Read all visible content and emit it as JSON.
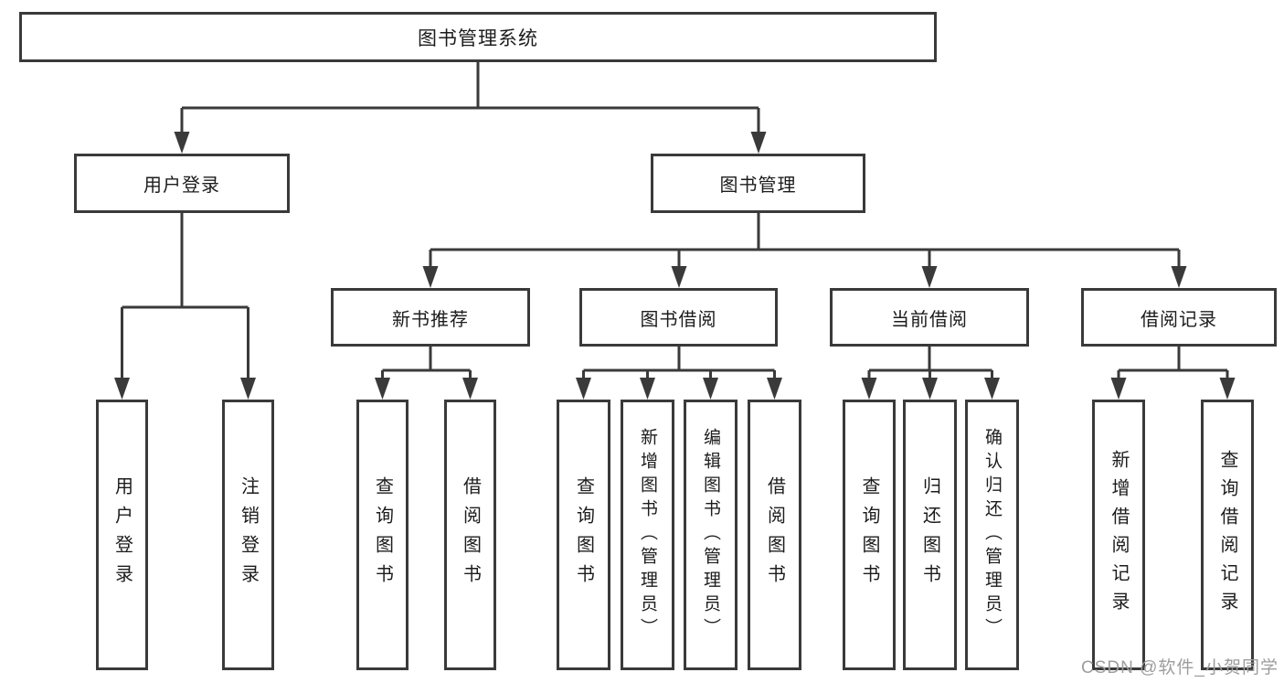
{
  "colors": {
    "line": "#3a3a3a",
    "box_border": "#3a3a3a",
    "box_background": "#ffffff",
    "text": "#1c1c1c",
    "watermark": "#9d9d9d"
  },
  "nodes": {
    "root": "图书管理系统",
    "user_login": "用户登录",
    "book_management": "图书管理",
    "new_book_recommend": "新书推荐",
    "book_borrow": "图书借阅",
    "current_borrow": "当前借阅",
    "borrow_records": "借阅记录",
    "leaf_user_login": "用户登录",
    "leaf_logout": "注销登录",
    "leaf_query_book_a": "查询图书",
    "leaf_borrow_book_a": "借阅图书",
    "leaf_query_book_b": "查询图书",
    "leaf_add_book_admin": "新增图书（管理员）",
    "leaf_edit_book_admin": "编辑图书（管理员）",
    "leaf_borrow_book_b": "借阅图书",
    "leaf_query_book_c": "查询图书",
    "leaf_return_book": "归还图书",
    "leaf_confirm_return_admin": "确认归还（管理员）",
    "leaf_add_borrow_record": "新增借阅记录",
    "leaf_query_borrow_record": "查询借阅记录"
  },
  "watermark": "CSDN @软件_小贺同学"
}
